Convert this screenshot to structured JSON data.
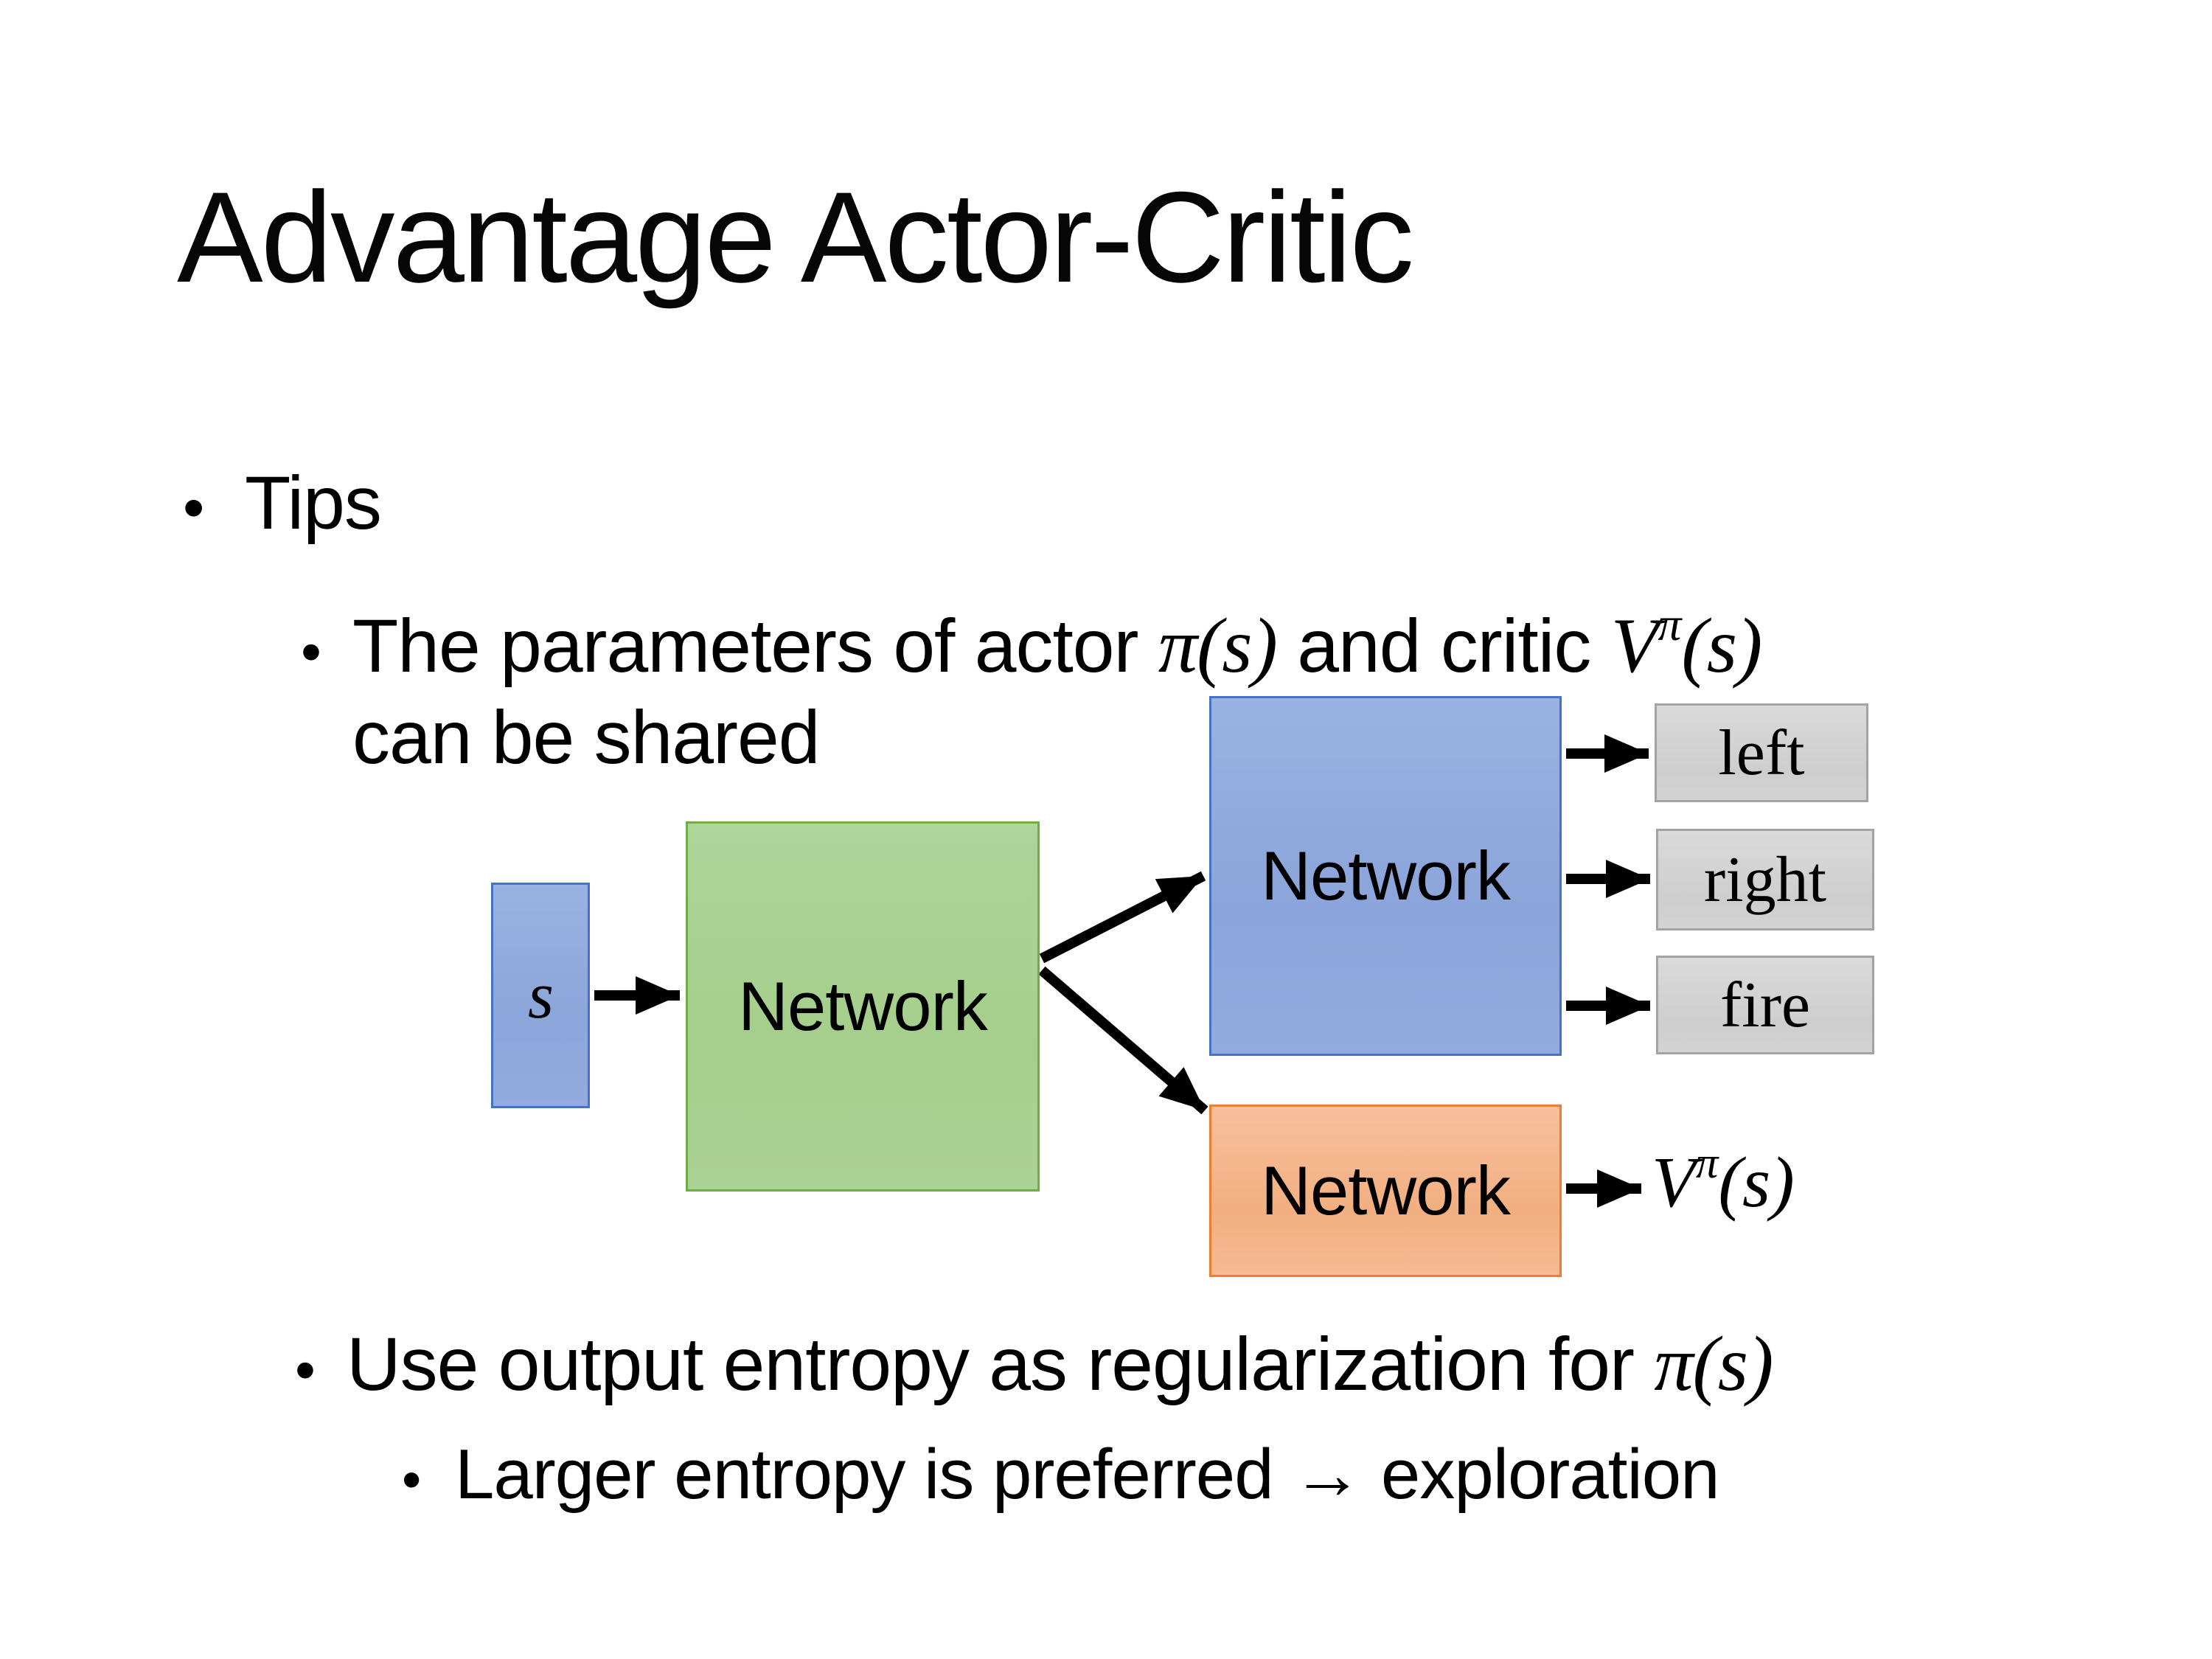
{
  "slide": {
    "title": "Advantage Actor-Critic",
    "bullet_glyph": "•",
    "bullets": {
      "tips": "Tips",
      "params_prefix": "The parameters of actor ",
      "params_math_actor": "π(s)",
      "params_middle": " and critic ",
      "params_critic_base": "V",
      "params_critic_sup": "π",
      "params_critic_args": "(s)",
      "params_line2": "can be shared",
      "entropy_prefix": "Use output entropy as regularization for ",
      "entropy_math": "π(s)",
      "exploration": "Larger entropy is preferred → exploration"
    },
    "diagram": {
      "input_label": "s",
      "shared_network_label": "Network",
      "actor_network_label": "Network",
      "critic_network_label": "Network",
      "actions": [
        "left",
        "right",
        "fire"
      ],
      "critic_output_base": "V",
      "critic_output_sup": "π",
      "critic_output_args": "(s)",
      "colors": {
        "background": "#FFFFFF",
        "text": "#000000",
        "input_fill": "#8FAADC",
        "input_border": "#4472C4",
        "shared_fill": "#A9D18E",
        "shared_border": "#70AD47",
        "actor_fill": "#8FAADC",
        "actor_border": "#4472C4",
        "critic_fill": "#F4B183",
        "critic_border": "#ED7D31",
        "action_fill": "#D2D2D2",
        "action_border": "#A6A6A6",
        "arrow": "#000000"
      }
    }
  }
}
